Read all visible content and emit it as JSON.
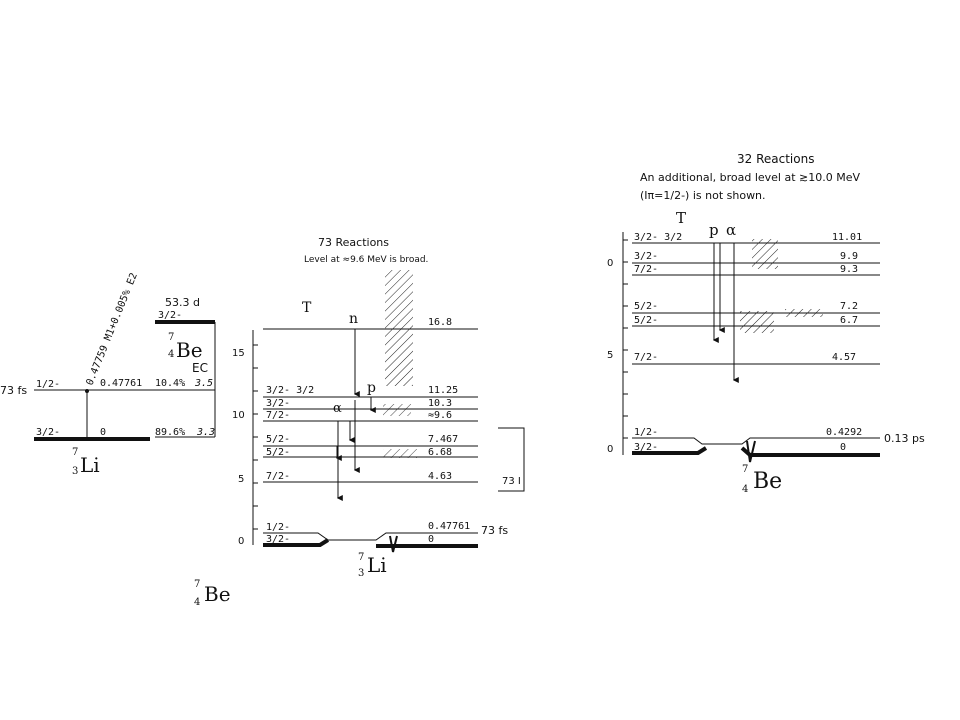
{
  "left_panel": {
    "parent_halflife": "53.3 d",
    "parent_spin": "3/2-",
    "parent_nucleus": {
      "A": "7",
      "Z": "4",
      "sym": "Be"
    },
    "decay_mode": "EC",
    "transition_label": "0.47759 M1+0.005% E2",
    "levels": [
      {
        "spin": "1/2-",
        "energy": "0.47761",
        "branch": "10.4%",
        "logft": "3.5"
      },
      {
        "spin": "3/2-",
        "energy": "0",
        "branch": "89.6%",
        "logft": "3.3"
      }
    ],
    "halflife_cut": "73 fs",
    "daughter_nucleus": {
      "A": "7",
      "Z": "3",
      "sym": "Li"
    }
  },
  "middle_panel": {
    "title": "73 Reactions",
    "note": "Level at ≈9.6 MeV is broad.",
    "columns": [
      "T",
      "n",
      "p",
      "α"
    ],
    "levels": [
      {
        "spin": "",
        "energy": "16.8"
      },
      {
        "spin": "3/2- 3/2",
        "energy": "11.25"
      },
      {
        "spin": "3/2-",
        "energy": "10.3"
      },
      {
        "spin": "7/2-",
        "energy": "≈9.6"
      },
      {
        "spin": "5/2-",
        "energy": "7.467"
      },
      {
        "spin": "5/2-",
        "energy": "6.68"
      },
      {
        "spin": "7/2-",
        "energy": "4.63"
      },
      {
        "spin": "1/2-",
        "energy": "0.47761"
      },
      {
        "spin": "3/2-",
        "energy": "0"
      }
    ],
    "ground_halflife": "73 fs",
    "axis_ticks": [
      "0",
      "5",
      "10",
      "15"
    ],
    "nucleus": {
      "A": "7",
      "Z": "3",
      "sym": "Li"
    },
    "side_label": "73 I"
  },
  "right_panel": {
    "title": "32 Reactions",
    "note_line1": "An additional, broad level at ≳10.0 MeV",
    "note_line2": "(Iπ=1/2-) is not shown.",
    "columns": [
      "T",
      "p",
      "α"
    ],
    "levels": [
      {
        "spin": "3/2- 3/2",
        "energy": "11.01"
      },
      {
        "spin": "3/2-",
        "energy": "9.9"
      },
      {
        "spin": "7/2-",
        "energy": "9.3"
      },
      {
        "spin": "5/2-",
        "energy": "7.2"
      },
      {
        "spin": "5/2-",
        "energy": "6.7"
      },
      {
        "spin": "7/2-",
        "energy": "4.57"
      },
      {
        "spin": "1/2-",
        "energy": "0.4292"
      },
      {
        "spin": "3/2-",
        "energy": "0"
      }
    ],
    "excited_halflife": "0.13 ps",
    "axis_ticks": [
      "0",
      "5",
      "0"
    ],
    "nucleus": {
      "A": "7",
      "Z": "4",
      "sym": "Be"
    }
  },
  "bottom_label": {
    "A": "7",
    "Z": "4",
    "sym": "Be"
  }
}
